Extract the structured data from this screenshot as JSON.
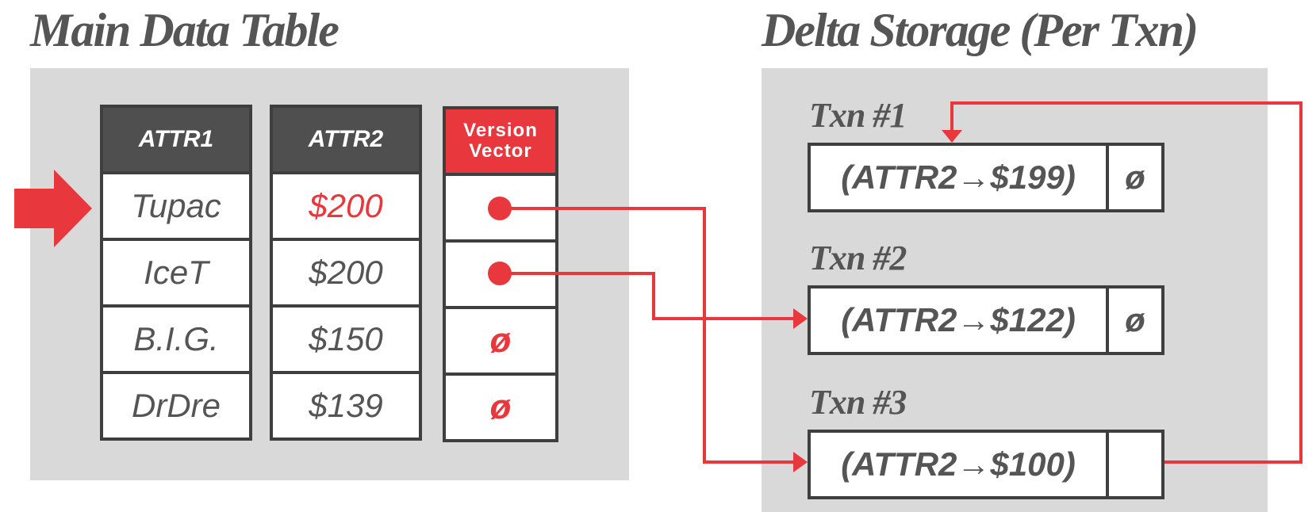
{
  "main": {
    "title": "Main Data Table",
    "columns": [
      {
        "header": "ATTR1",
        "cells": [
          "Tupac",
          "IceT",
          "B.I.G.",
          "DrDre"
        ]
      },
      {
        "header": "ATTR2",
        "cells": [
          "$200",
          "$200",
          "$150",
          "$139"
        ]
      }
    ],
    "version_vector": {
      "header_line1": "Version",
      "header_line2": "Vector",
      "cells": [
        "",
        "",
        "ø",
        "ø"
      ]
    }
  },
  "delta": {
    "title": "Delta Storage (Per Txn)",
    "txns": [
      {
        "label": "Txn #1",
        "value": "(ATTR2→$199)",
        "pointer": "ø"
      },
      {
        "label": "Txn #2",
        "value": "(ATTR2→$122)",
        "pointer": "ø"
      },
      {
        "label": "Txn #3",
        "value": "(ATTR2→$100)",
        "pointer": ""
      }
    ]
  },
  "colors": {
    "accent": "#e8383d",
    "panel": "#d9d9d9",
    "header": "#4f4f4f",
    "text": "#555555",
    "border": "#3f3f3f"
  }
}
